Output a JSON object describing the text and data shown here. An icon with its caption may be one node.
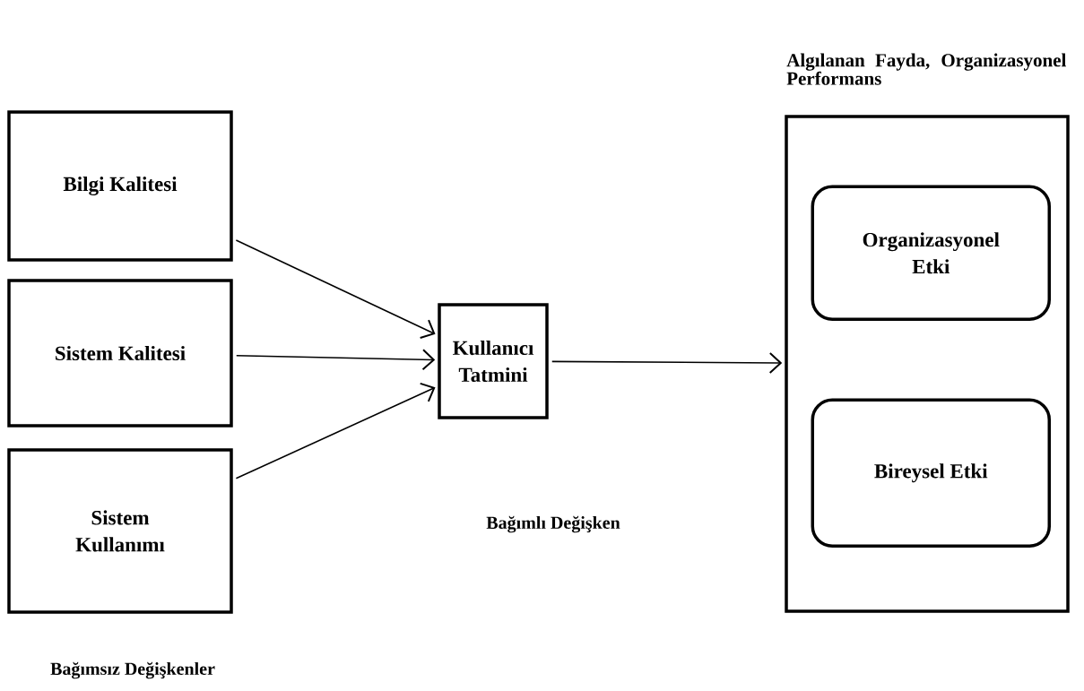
{
  "diagram": {
    "nodes": [
      {
        "text": [
          "Bilgi Kalitesi"
        ]
      },
      {
        "text": [
          "Sistem Kalitesi"
        ]
      },
      {
        "text": [
          "Sistem Kullanımı"
        ]
      },
      {
        "text": [
          "Kullanıcı Tatmini"
        ]
      },
      {
        "text": [
          "Algılanan Fayda, Organizasyonel Performans"
        ]
      },
      {
        "text": [
          "Organizasyonel Etki"
        ],
        "in": 4
      },
      {
        "text": [
          "Bireysel Etki"
        ],
        "in": 4
      }
    ],
    "edges": [
      {
        "from": 0,
        "to": 3,
        "arrow": "to"
      },
      {
        "from": 1,
        "to": 3,
        "arrow": "to"
      },
      {
        "from": 2,
        "to": 3,
        "arrow": "to"
      },
      {
        "from": 3,
        "to": 4,
        "arrow": "to"
      }
    ],
    "labels": [
      "Bağımlı Değişken",
      "Bağımsız Değişkenler"
    ]
  }
}
